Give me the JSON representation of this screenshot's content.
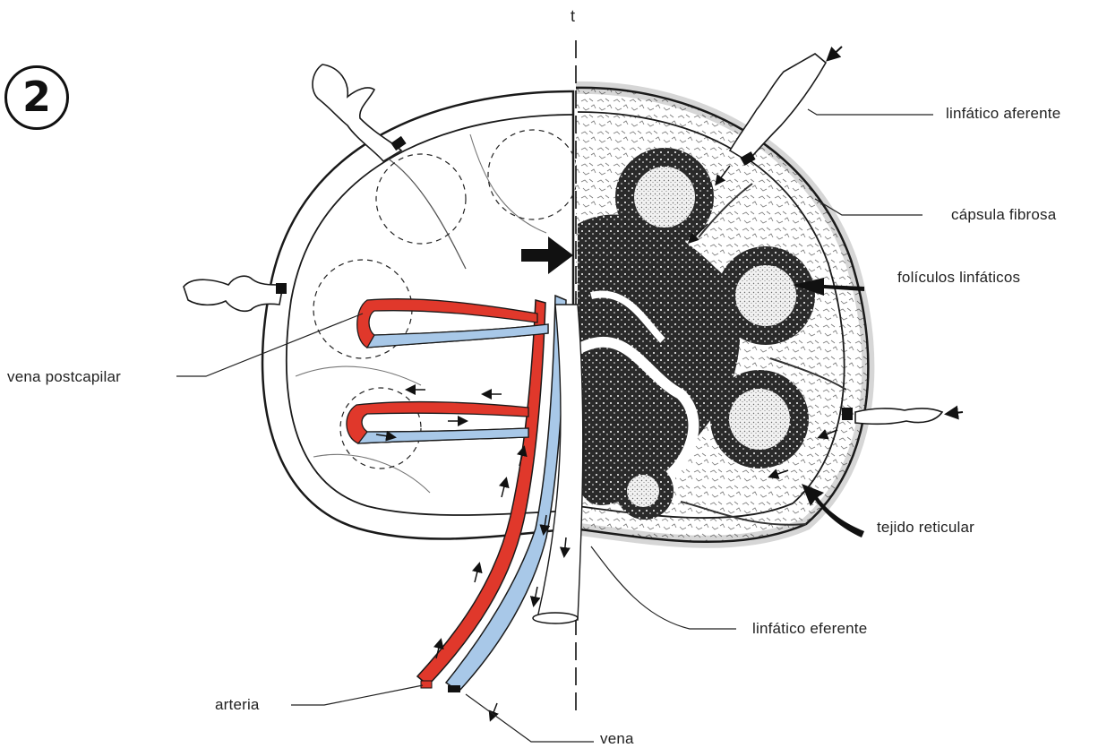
{
  "figure": {
    "number": "2",
    "top_mark": "t"
  },
  "labels": {
    "linfatico_aferente": "linfático aferente",
    "capsula_fibrosa": "cápsula fibrosa",
    "foliculos_linfaticos": "folículos linfáticos",
    "vena_postcapilar": "vena postcapilar",
    "tejido_reticular": "tejido reticular",
    "linfatico_eferente": "linfático eferente",
    "arteria": "arteria",
    "vena": "vena"
  },
  "colors": {
    "artery": "#e0382b",
    "vein": "#a8c8e8",
    "outline": "#1a1a1a",
    "stipple": "#1c1c1c",
    "label_text": "#222222"
  }
}
